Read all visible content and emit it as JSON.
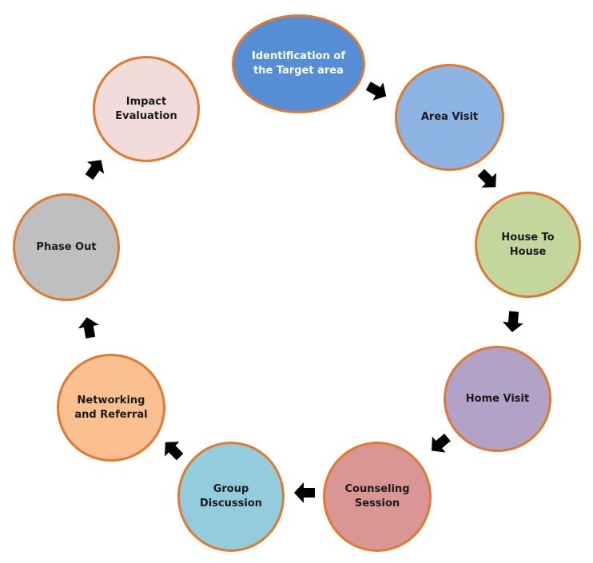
{
  "diagram": {
    "stages": [
      {
        "label": "Identification of\nthe Target area",
        "fill": "#558ED5"
      },
      {
        "label": "Area Visit",
        "fill": "#8EB4E3"
      },
      {
        "label": "House To\nHouse",
        "fill": "#C3D69B"
      },
      {
        "label": "Home Visit",
        "fill": "#B3A2C7"
      },
      {
        "label": "Counseling\nSession",
        "fill": "#D99694"
      },
      {
        "label": "Group\nDiscussion",
        "fill": "#93CDDD"
      },
      {
        "label": "Networking\nand Referral",
        "fill": "#FAC090"
      },
      {
        "label": "Phase Out",
        "fill": "#BFBFBF"
      },
      {
        "label": "Impact\nEvaluation",
        "fill": "#F2DCDB"
      }
    ],
    "node_border_color": "#E07A30",
    "arrow_color": "#000000",
    "arrow_icon": "block-arrow-icon"
  }
}
